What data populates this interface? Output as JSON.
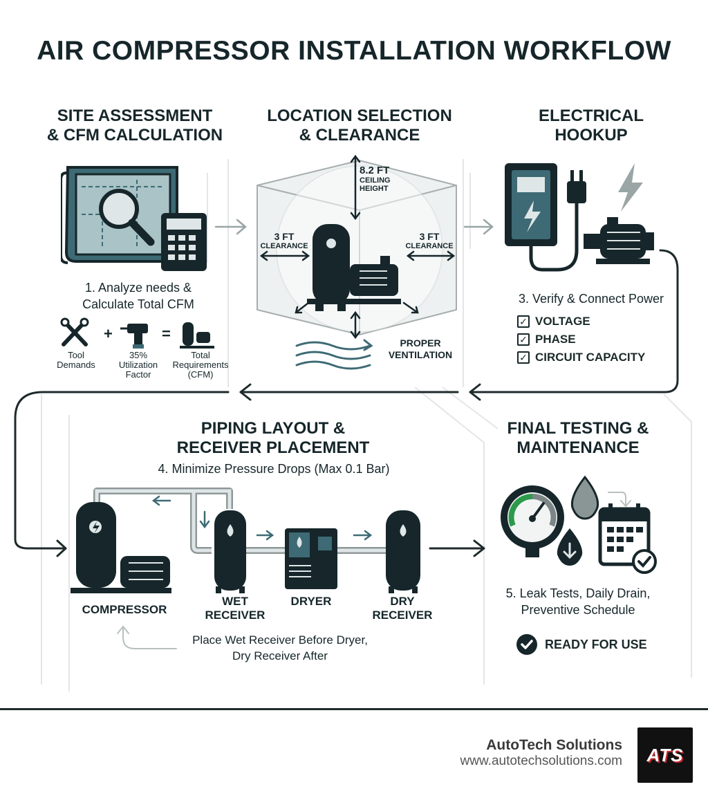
{
  "title": "AIR COMPRESSOR INSTALLATION WORKFLOW",
  "stages": {
    "site": {
      "title_line1": "SITE ASSESSMENT",
      "title_line2": "& CFM CALCULATION",
      "step_line1": "1. Analyze needs &",
      "step_line2": "Calculate Total CFM",
      "formula": {
        "tool_line1": "Tool",
        "tool_line2": "Demands",
        "plus": "+",
        "util_line1": "35%",
        "util_line2": "Utilization",
        "util_line3": "Factor",
        "equals": "=",
        "total_line1": "Total",
        "total_line2": "Requirements",
        "total_line3": "(CFM)"
      }
    },
    "location": {
      "title_line1": "LOCATION SELECTION",
      "title_line2": "& CLEARANCE",
      "ceiling_value": "8.2 FT",
      "ceiling_line1": "CEILING",
      "ceiling_line2": "HEIGHT",
      "left_clear_value": "3 FT",
      "left_clear_label": "CLEARANCE",
      "right_clear_value": "3 FT",
      "right_clear_label": "CLEARANCE",
      "vent_line1": "PROPER",
      "vent_line2": "VENTILATION"
    },
    "electrical": {
      "title_line1": "ELECTRICAL",
      "title_line2": "HOOKUP",
      "step": "3. Verify & Connect Power",
      "checks": [
        "VOLTAGE",
        "PHASE",
        "CIRCUIT CAPACITY"
      ]
    },
    "piping": {
      "title_line1": "PIPING LAYOUT &",
      "title_line2": "RECEIVER PLACEMENT",
      "step": "4. Minimize Pressure Drops (Max 0.1 Bar)",
      "components": {
        "compressor": "COMPRESSOR",
        "wet_line1": "WET",
        "wet_line2": "RECEIVER",
        "dryer": "DRYER",
        "dry_line1": "DRY",
        "dry_line2": "RECEIVER"
      },
      "note_line1": "Place Wet Receiver Before Dryer,",
      "note_line2": "Dry Receiver After"
    },
    "final": {
      "title_line1": "FINAL TESTING &",
      "title_line2": "MAINTENANCE",
      "step_line1": "5. Leak Tests, Daily Drain,",
      "step_line2": "Preventive Schedule",
      "ready": "READY FOR USE"
    }
  },
  "footer": {
    "brand": "AutoTech Solutions",
    "url": "www.autotechsolutions.com",
    "logo": "ATS"
  },
  "icons": [
    "blueprint-icon",
    "magnifier-icon",
    "calculator-icon",
    "wrench-icon",
    "drill-icon",
    "compressor-icon",
    "electrical-panel-icon",
    "plug-icon",
    "lightning-icon",
    "motor-icon",
    "pressure-gauge-icon",
    "water-drop-icon",
    "calendar-icon",
    "check-icon"
  ]
}
